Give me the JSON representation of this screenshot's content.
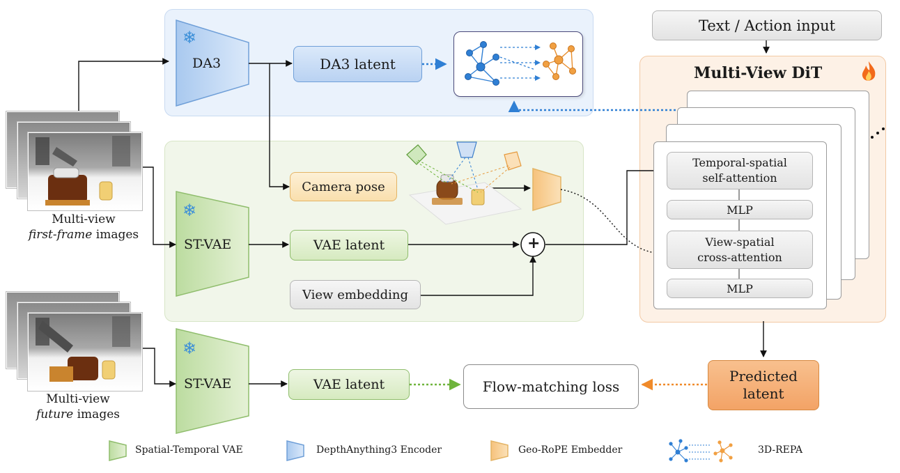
{
  "diagram": {
    "nodes": {
      "text_action_input": "Text / Action input",
      "da3": "DA3",
      "da3_latent": "DA3 latent",
      "multiview_dit": "Multi-View DiT",
      "temporal_spatial_attn": "Temporal-spatial self-attention",
      "mlp": "MLP",
      "view_spatial_attn": "View-spatial cross-attention",
      "camera_pose": "Camera pose",
      "st_vae": "ST-VAE",
      "vae_latent": "VAE latent",
      "view_embedding": "View embedding",
      "flow_matching_loss": "Flow-matching loss",
      "predicted_latent": "Predicted latent",
      "plus": "+"
    },
    "captions": {
      "first_frame_line1": "Multi-view",
      "first_frame_italic": "first-frame",
      "first_frame_rest": " images",
      "future_line1": "Multi-view",
      "future_italic": "future",
      "future_rest": " images"
    },
    "icons": {
      "frozen": "snowflake-icon",
      "trainable": "flame-icon"
    }
  },
  "legend": [
    {
      "label": "Spatial-Temporal VAE",
      "color": "#a9d18e"
    },
    {
      "label": "DepthAnything3 Encoder",
      "color": "#8fb5e6"
    },
    {
      "label": "Geo-RoPE Embedder",
      "color": "#f5c27a"
    },
    {
      "label": "3D-REPA",
      "color": "#2f7fd4"
    }
  ],
  "colors": {
    "blue_panel": "#eaf2fc",
    "green_panel": "#f1f6ea",
    "orange_panel": "#fdf1e6",
    "repa_dotted": "#2f7fd4",
    "green_dotted": "#6fb43c",
    "orange_dotted": "#f08a2a"
  }
}
